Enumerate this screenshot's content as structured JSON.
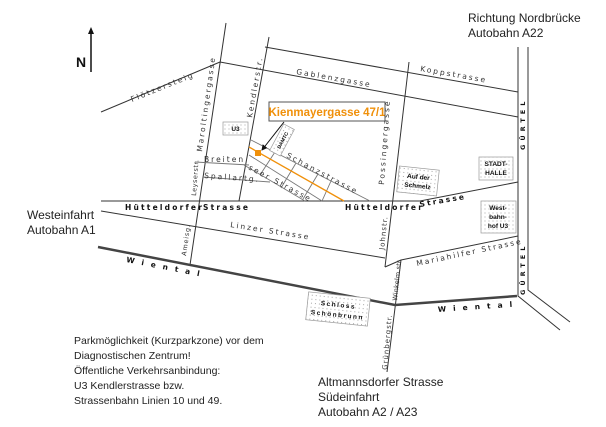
{
  "directions": {
    "north": {
      "line1": "Richtung Nordbrücke",
      "line2": "Autobahn A22"
    },
    "west": {
      "line1": "Westeinfahrt",
      "line2": "Autobahn A1"
    },
    "south": {
      "line1": "Altmannsdorfer Strasse",
      "line2": "Südeinfahrt",
      "line3": "Autobahn A2 / A23"
    }
  },
  "compass": {
    "label": "N"
  },
  "destination": {
    "label": "Kienmayergasse 47/1",
    "color": "#f0900a"
  },
  "streets": {
    "floetzersteig": "Flötzersteig",
    "gablenzgasse": "Gablenzgasse",
    "koppstrasse": "Koppstrasse",
    "maroltingergasse": "Maroltingergasse",
    "kendlerstr": "Kendlerstr.",
    "possingergasse": "Possingergasse",
    "guertel": "GÜRTEL",
    "breiten": "Breiten",
    "seer_strasse": "seer Strasse",
    "spallartg": "Spallartg.",
    "leyserstr": "Leyserstr.",
    "schanzstrasse": "Schanzstrasse",
    "huetteldorfer": "Hütteldorfer",
    "strasse": "Strasse",
    "linzer": "Linzer Strasse",
    "ameisg": "Ameisg.",
    "johnstr": "Johnstr.",
    "mariahilfer": "Mariahilfer Strasse",
    "wiental": "Wiental",
    "winkelm": "Winkelm.str.",
    "gruenbergstr": "Grünbergstr."
  },
  "landmarks": {
    "u3": "U3",
    "damtc": "DAMTC",
    "auf_der_schmelz": [
      "Auf der",
      "Schmelz"
    ],
    "stadthalle": [
      "STADT-",
      "HALLE"
    ],
    "westbahnhof": [
      "West-",
      "bahn-",
      "hof U3"
    ],
    "schoenbrunn": [
      "Schloss",
      "Schönbrunn"
    ]
  },
  "note": [
    "Parkmöglichkeit (Kurzparkzone) vor dem",
    "Diagnostischen Zentrum!",
    "Öffentliche Verkehrsanbindung:",
    "U3 Kendlerstrasse bzw.",
    "Strassenbahn Linien 10 und 49."
  ]
}
